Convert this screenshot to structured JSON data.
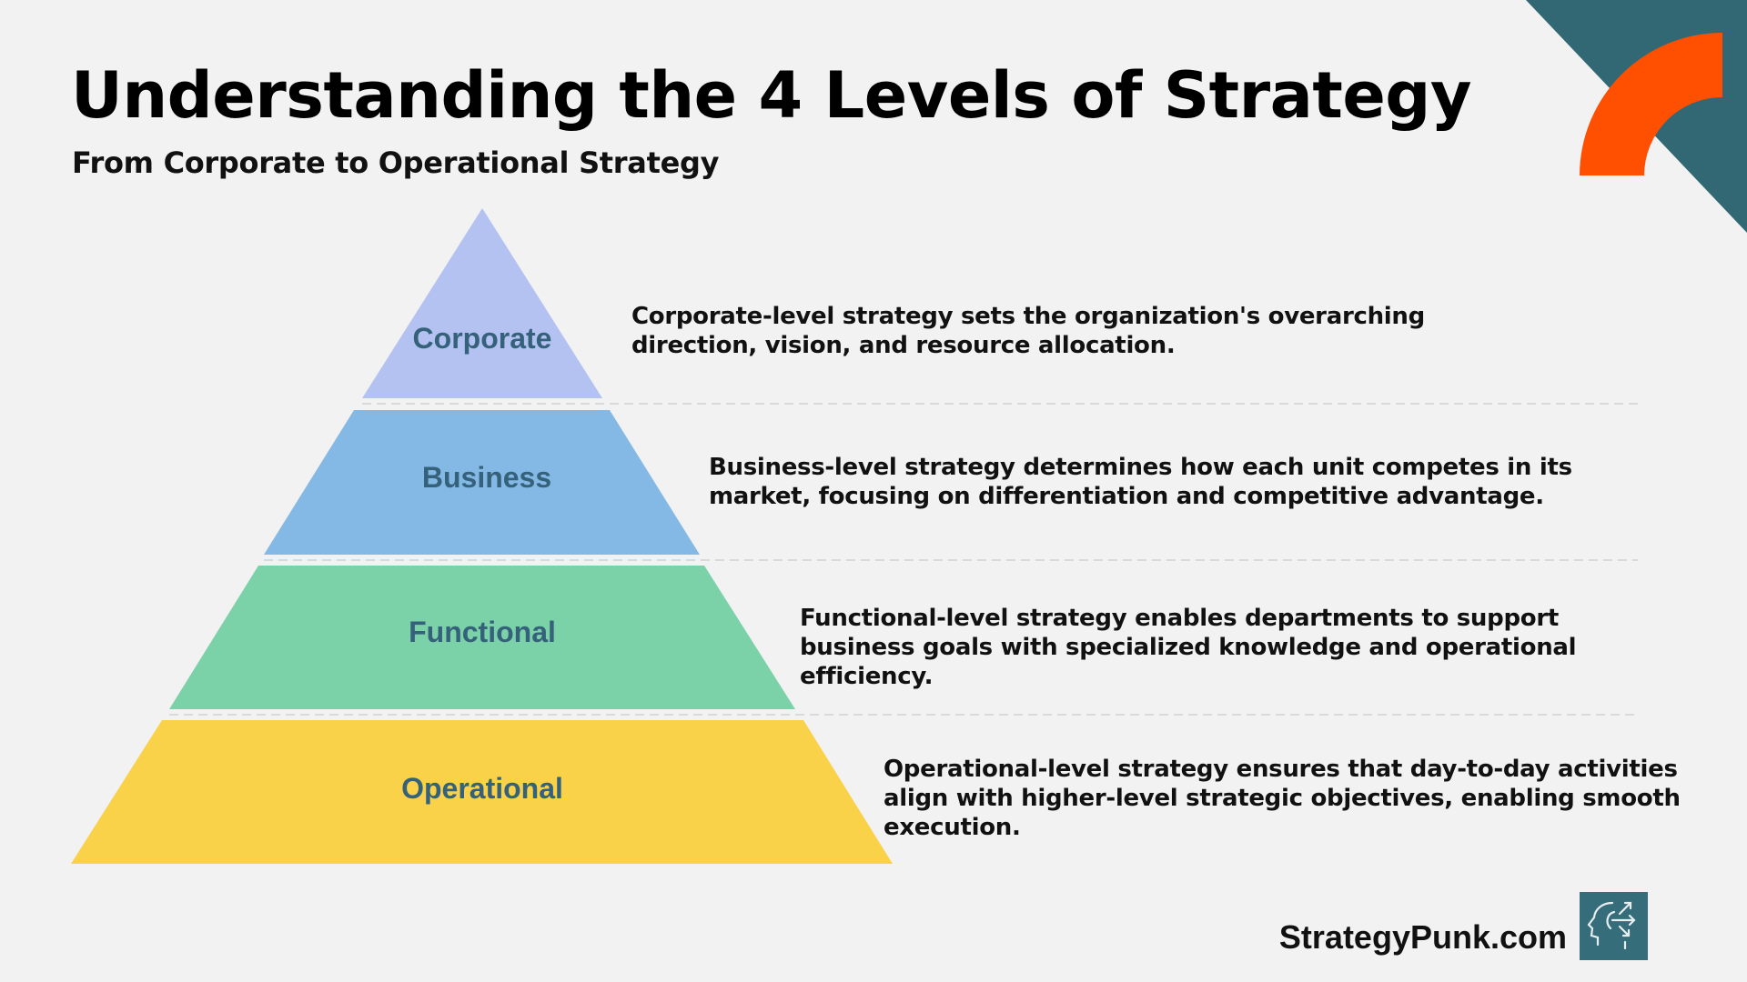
{
  "header": {
    "title": "Understanding the 4 Levels of Strategy",
    "subtitle": "From Corporate to Operational Strategy"
  },
  "levels": [
    {
      "label": "Corporate",
      "color": "#b3c2f1",
      "description": "Corporate-level strategy sets the organization's overarching direction, vision, and resource allocation."
    },
    {
      "label": "Business",
      "color": "#84b9e6",
      "description": "Business-level strategy determines how each unit competes in its market, focusing on differentiation and competitive advantage."
    },
    {
      "label": "Functional",
      "color": "#7bd1a8",
      "description": "Functional-level strategy enables departments to support business goals with specialized knowledge and operational efficiency."
    },
    {
      "label": "Operational",
      "color": "#f9d249",
      "description": "Operational-level strategy ensures that day-to-day activities align with higher-level strategic objectives, enabling smooth execution."
    }
  ],
  "footer": {
    "brand": "StrategyPunk.com",
    "logo_icon": "head-arrows-icon"
  },
  "colors": {
    "background": "#f2f2f2",
    "corner_teal": "#316874",
    "corner_orange": "#fe5000",
    "label_text": "#35627a"
  }
}
